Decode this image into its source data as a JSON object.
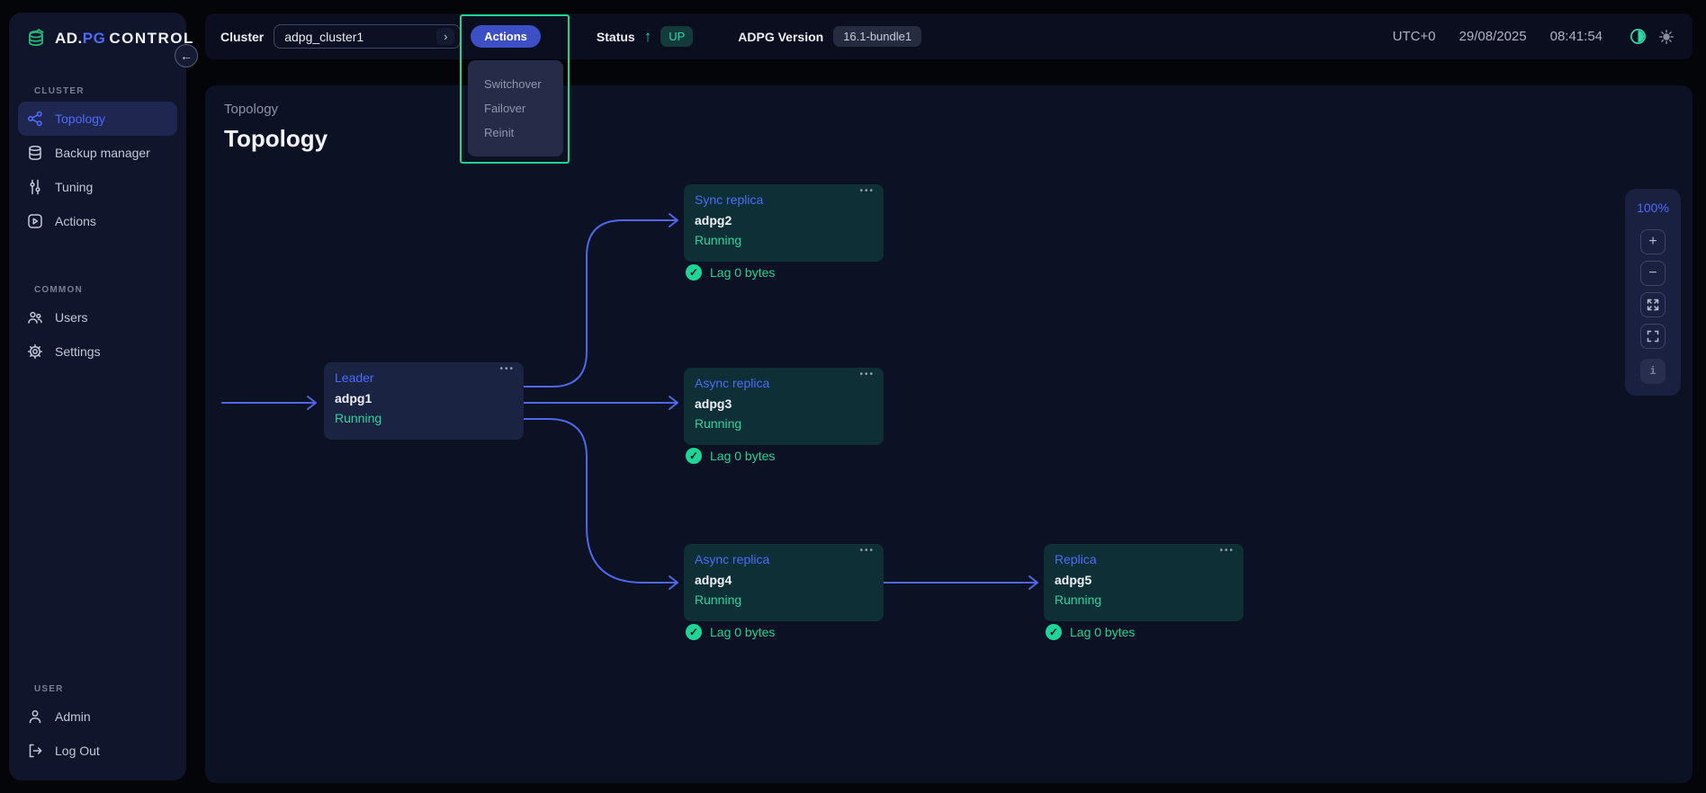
{
  "colors": {
    "accent_blue": "#4d6bfa",
    "accent_green": "#1ed692",
    "edge_blue": "#4e68e8",
    "status_green": "#25d3a0"
  },
  "sidebar": {
    "brand": {
      "part1": "AD.",
      "part2": "PG",
      "part3": "CONTROL"
    },
    "cluster_section": {
      "label": "CLUSTER",
      "items": [
        {
          "label": "Topology"
        },
        {
          "label": "Backup manager"
        },
        {
          "label": "Tuning"
        },
        {
          "label": "Actions"
        }
      ]
    },
    "common_section": {
      "label": "COMMON",
      "items": [
        {
          "label": "Users"
        },
        {
          "label": "Settings"
        }
      ]
    },
    "user_section": {
      "label": "USER",
      "items": [
        {
          "label": "Admin"
        },
        {
          "label": "Log Out"
        }
      ]
    }
  },
  "topbar": {
    "cluster_label": "Cluster",
    "cluster_value": "adpg_cluster1",
    "actions_button": "Actions",
    "status_label": "Status",
    "status_arrow": "↑",
    "status_badge": "UP",
    "version_label": "ADPG Version",
    "version_badge": "16.1-bundle1",
    "timezone": "UTC+0",
    "date": "29/08/2025",
    "time": "08:41:54"
  },
  "actions_menu": {
    "items": [
      "Switchover",
      "Failover",
      "Reinit"
    ]
  },
  "page": {
    "breadcrumb": "Topology",
    "title": "Topology"
  },
  "topology": {
    "nodes": [
      {
        "role": "Leader",
        "name": "adpg1",
        "status": "Running"
      },
      {
        "role": "Sync replica",
        "name": "adpg2",
        "status": "Running",
        "lag": "Lag 0 bytes"
      },
      {
        "role": "Async replica",
        "name": "adpg3",
        "status": "Running",
        "lag": "Lag 0 bytes"
      },
      {
        "role": "Async replica",
        "name": "adpg4",
        "status": "Running",
        "lag": "Lag 0 bytes"
      },
      {
        "role": "Replica",
        "name": "adpg5",
        "status": "Running",
        "lag": "Lag 0 bytes"
      }
    ],
    "edges": [
      "adpg1->adpg2",
      "adpg1->adpg3",
      "adpg1->adpg4",
      "adpg4->adpg5"
    ],
    "menu_dots": "•••",
    "check_glyph": "✓"
  },
  "canvas_controls": {
    "zoom_level": "100%"
  }
}
